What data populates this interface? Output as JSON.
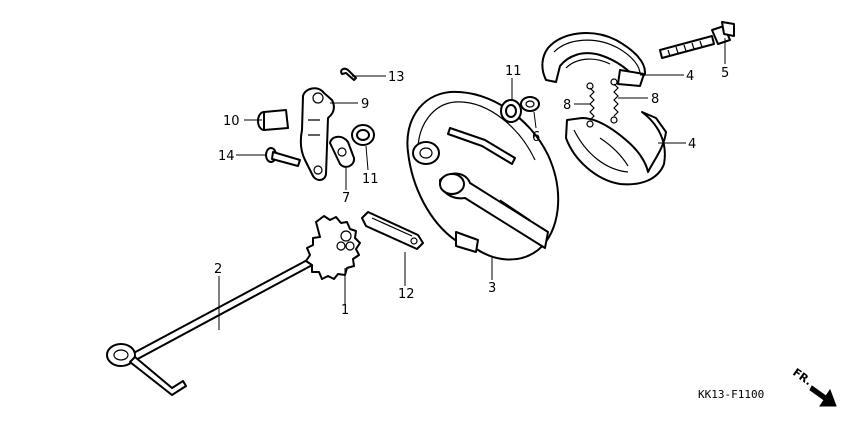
{
  "diagram": {
    "drawing_code": "KK13-F1100",
    "direction_label": "FR.",
    "callouts": {
      "c1": "1",
      "c2": "2",
      "c3": "3",
      "c4a": "4",
      "c4b": "4",
      "c5": "5",
      "c6": "6",
      "c7": "7",
      "c8a": "8",
      "c8b": "8",
      "c9": "9",
      "c10": "10",
      "c11a": "11",
      "c11b": "11",
      "c12": "12",
      "c13": "13",
      "c14": "14"
    }
  }
}
